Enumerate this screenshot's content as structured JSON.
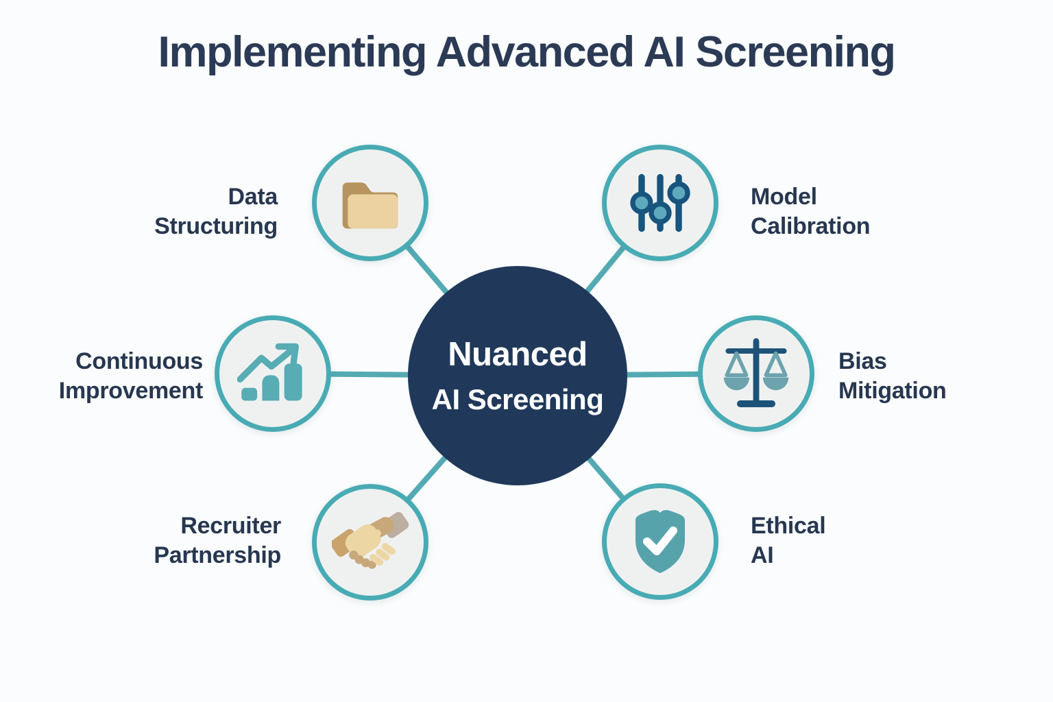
{
  "title": "Implementing Advanced AI Screening",
  "center": {
    "line1": "Nuanced",
    "line2": "AI Screening"
  },
  "nodes": [
    {
      "id": "data-structuring",
      "line1": "Data",
      "line2": "Structuring",
      "icon": "folder-icon",
      "position": "top-left"
    },
    {
      "id": "model-calibration",
      "line1": "Model",
      "line2": "Calibration",
      "icon": "sliders-icon",
      "position": "top-right"
    },
    {
      "id": "continuous-improvement",
      "line1": "Continuous",
      "line2": "Improvement",
      "icon": "growth-chart-icon",
      "position": "left"
    },
    {
      "id": "bias-mitigation",
      "line1": "Bias",
      "line2": "Mitigation",
      "icon": "scales-icon",
      "position": "right"
    },
    {
      "id": "recruiter-partnership",
      "line1": "Recruiter",
      "line2": "Partnership",
      "icon": "handshake-icon",
      "position": "bottom-left"
    },
    {
      "id": "ethical-ai",
      "line1": "Ethical",
      "line2": "AI",
      "icon": "shield-check-icon",
      "position": "bottom-right"
    }
  ],
  "colors": {
    "background": "#fafcfd",
    "title_text": "#2b3a55",
    "label_text": "#273750",
    "center_circle_fill": "#20395a",
    "center_text": "#ffffff",
    "connector": "#54aab3",
    "node_border": "#48abb4",
    "node_fill": "#eff1f1",
    "icon_teal": "#58acb4",
    "icon_dark_blue": "#1d5379",
    "icon_muted_teal": "#6ca3ad",
    "slider_knob_fill": "#5fa9bd",
    "slider_track": "#17547e",
    "folder_back": "#b6945f",
    "folder_front": "#ebd2a0",
    "shield_fill": "#56a3ac",
    "hand_light": "#ecd7a4",
    "hand_mid": "#c8a779",
    "sleeve_left": "#c9a36b",
    "sleeve_right": "#bcaea1"
  }
}
